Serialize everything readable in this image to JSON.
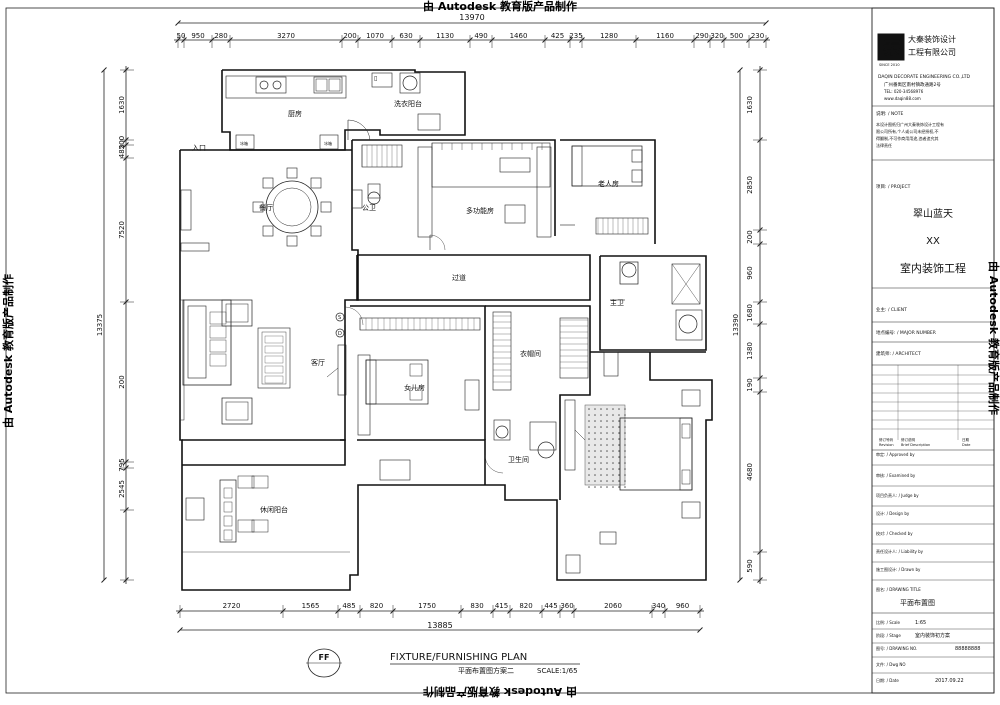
{
  "watermark": "由 Autodesk 教育版产品制作",
  "dimensions": {
    "top_total": "13970",
    "top": [
      "50",
      "950",
      "280",
      "3270",
      "200",
      "1070",
      "630",
      "1130",
      "490",
      "1460",
      "425",
      "235",
      "1280",
      "1160",
      "290",
      "320",
      "500",
      "230"
    ],
    "bottom": [
      "2720",
      "1565",
      "485",
      "820",
      "1750",
      "830",
      "415",
      "820",
      "445",
      "360",
      "2060",
      "340",
      "960"
    ],
    "bottom_total": "13885",
    "left": [
      "1630",
      "200",
      "485",
      "7520",
      "200",
      "795",
      "2545"
    ],
    "left_total": "13375",
    "right": [
      "1630",
      "2850",
      "200",
      "960",
      "1680",
      "1380",
      "190",
      "4680",
      "590"
    ],
    "right_total": "13390"
  },
  "rooms": {
    "kitchen": "厨房",
    "laundry": "洗衣阳台",
    "entrance": "入口",
    "dining": "餐厅",
    "wc_public": "公卫",
    "multi": "多功能房",
    "elder": "老人房",
    "corridor": "过道",
    "master_bath": "主卫",
    "living": "客厅",
    "daughter": "女儿房",
    "wardrobe": "衣帽间",
    "bath2": "卫生间",
    "balcony": "休闲阳台"
  },
  "drawing_title": "FIXTURE/FURNISHING PLAN",
  "drawing_subtitle": "平面布置图方案二",
  "scale_text": "SCALE:1/65",
  "ff_tag": "FF",
  "title_block": {
    "company": "大秦装饰设计\n工程有限公司",
    "company_en": "DAQIN DECORATE ENGINEERING CO.,LTD",
    "address": "广州番禺区南村镇政通路2号",
    "phone": "TEL: 020-34568976",
    "web": "www.daqin88.com",
    "notes_label": "说明: / NOTE",
    "notes_text": "本设计图纸归广州大秦装饰设计工程有限公司所有,个人或公司未经授权,不得翻制,不可作商用用途,违者追究其法律责任",
    "project_label": "项目: / PROJECT",
    "project": "翠山蓝天",
    "xx": "XX",
    "project_sub": "室内装饰工程",
    "owner_label": "业主: / CLIENT",
    "place_label": "地点编号: / MAJOR NUMBER",
    "designer_label": "建筑师: / ARCHITECT",
    "revision_no": "修订号码\nRevision",
    "revision_desc": "修订说明\nBrief Description",
    "revision_date": "日期\nDate",
    "approved": "审定: / Approved by",
    "examined": "审核: / Examined by",
    "director": "项目负责人: / Judge by",
    "design": "设计: / Design by",
    "checked": "校对: / Checked by",
    "liability": "责任设计人: / Liability by",
    "drawn": "施工图设计: / Drawn by",
    "sheet_title_label": "图名: / DRAWING TITLE",
    "sheet_title": "平面布置图",
    "scale_label": "比例: / Scale",
    "scale": "1:65",
    "stage_label": "阶段: / Stage",
    "stage": "室内装饰初方案",
    "drawing_no_label": "图号: / DRAWING NO.",
    "drawing_no": "88888888",
    "dwg_label": "文件: / Dwg NO",
    "date_label": "日期: / Date",
    "date": "2017.09.22"
  },
  "logo_char": "秦",
  "logo_caption": "SINCE 2010"
}
